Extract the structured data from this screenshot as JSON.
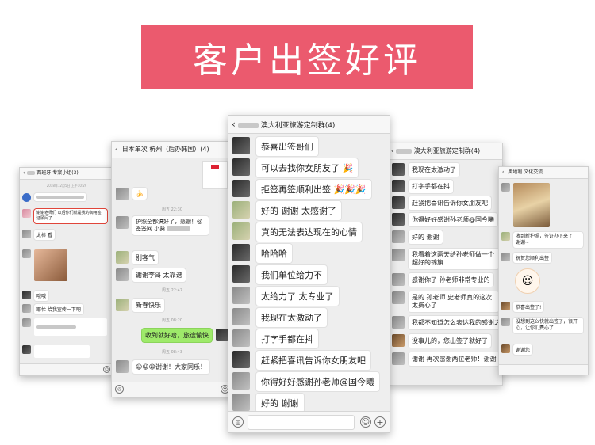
{
  "banner": {
    "title": "客户出签好评"
  },
  "shot1": {
    "title": "西班牙 专案小组(3)",
    "time1": "2018年12月5日 上午10:29",
    "msgs": [
      "谢谢老师们 以后你们就是我的御用签证顾问了",
      "太棒 看",
      "哦哦",
      "耶忙 给我宣传一下吧"
    ],
    "highlight_msg": "谢谢老师们 以后你们就是我的御用签证顾问了",
    "outline_color": "#e0453a"
  },
  "shot2": {
    "title": "日本单次 杭州（后办韩国）(4)",
    "time1": "周五 22:30",
    "time2": "周五 22:47",
    "time3": "周五 08:20",
    "time4": "周五 08:43",
    "msgs": [
      "护照全都搞好了，感谢！@签签网 小葵",
      "别客气",
      "谢谢李哥 太靠谱",
      "新春快乐",
      "收到就好哈，旅途愉快",
      "谢谢！大家同乐！"
    ]
  },
  "shot3": {
    "title": "澳大利亚旅游定制群(4)",
    "msgs": [
      "恭喜出签哥们",
      "可以去找你女朋友了",
      "拒签再签顺利出签",
      "好的  谢谢  太感谢了",
      "真的无法表达现在的心情",
      "哈哈哈",
      "我们单位给力不",
      "太给力了 太专业了",
      "我现在太激动了",
      "打字手都在抖",
      "赶紧把喜讯告诉你女朋友吧",
      "你得好好感谢孙老师@国今曦",
      "好的  谢谢"
    ]
  },
  "shot4": {
    "title": "澳大利亚旅游定制群(4)",
    "msgs": [
      "我现在太激动了",
      "打字手都在抖",
      "赶紧把喜讯告诉你女朋友吧",
      "你得好好感谢孙老师@国今曦",
      "好的  谢谢",
      "我看着这两天给孙老师做一个超好的锦旗",
      "感谢你了 孙老师非常专业的",
      "是的 孙老师 史老师真的这次太费心了",
      "我都不知道怎么表达我的感谢之情",
      "没事儿的，您出签了就好了",
      "谢谢    再次感谢两位老师！谢谢"
    ]
  },
  "shot5": {
    "title": "奥地利 文化交流",
    "msgs": [
      "收到新护照，签证办下来了，谢谢~",
      "祝贺您顺利出签",
      "恭喜出签了!",
      "没想到这么快就出签了，很开心，让你们费心了",
      "谢谢您"
    ]
  }
}
